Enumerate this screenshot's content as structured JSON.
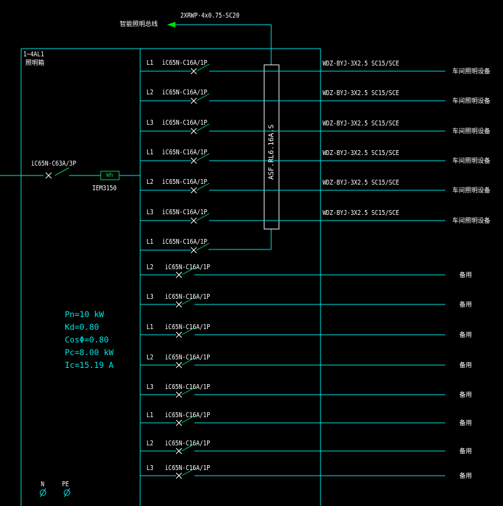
{
  "control_line": {
    "cable": "2XRWP-4x0.75-SC20",
    "label": "智能照明总线"
  },
  "panel": {
    "code": "1~4AL1",
    "name": "照明箱"
  },
  "main_breaker": "iC65N-C63A/3P",
  "meter": {
    "symbol": "Wh",
    "model": "IEM3150"
  },
  "module": "ASF.RL6.16A.S",
  "params": [
    "Pn=10 kW",
    "Kd=0.80",
    "CosΦ=0.80",
    "Pc=8.00 kW",
    "Ic=15.19 A"
  ],
  "terminals": [
    "N",
    "PE"
  ],
  "circuits": [
    {
      "phase": "L1",
      "breaker": "iC65N-C16A/1P",
      "cable": "WDZ-BYJ-3X2.5  SC15/SCE",
      "load": "车间照明设备"
    },
    {
      "phase": "L2",
      "breaker": "iC65N-C16A/1P",
      "cable": "WDZ-BYJ-3X2.5  SC15/SCE",
      "load": "车间照明设备"
    },
    {
      "phase": "L3",
      "breaker": "iC65N-C16A/1P",
      "cable": "WDZ-BYJ-3X2.5  SC15/SCE",
      "load": "车间照明设备"
    },
    {
      "phase": "L1",
      "breaker": "iC65N-C16A/1P",
      "cable": "WDZ-BYJ-3X2.5  SC15/SCE",
      "load": "车间照明设备"
    },
    {
      "phase": "L2",
      "breaker": "iC65N-C16A/1P",
      "cable": "WDZ-BYJ-3X2.5  SC15/SCE",
      "load": "车间照明设备"
    },
    {
      "phase": "L3",
      "breaker": "iC65N-C16A/1P",
      "cable": "WDZ-BYJ-3X2.5  SC15/SCE",
      "load": "车间照明设备"
    },
    {
      "phase": "L1",
      "breaker": "iC65N-C16A/1P",
      "cable": "",
      "load": ""
    },
    {
      "phase": "L2",
      "breaker": "iC65N-C16A/1P",
      "cable": "",
      "load": "备用"
    },
    {
      "phase": "L3",
      "breaker": "iC65N-C16A/1P",
      "cable": "",
      "load": "备用"
    },
    {
      "phase": "L1",
      "breaker": "iC65N-C16A/1P",
      "cable": "",
      "load": "备用"
    },
    {
      "phase": "L2",
      "breaker": "iC65N-C16A/1P",
      "cable": "",
      "load": "备用"
    },
    {
      "phase": "L3",
      "breaker": "iC65N-C16A/1P",
      "cable": "",
      "load": "备用"
    },
    {
      "phase": "L1",
      "breaker": "iC65N-C16A/1P",
      "cable": "",
      "load": "备用"
    },
    {
      "phase": "L2",
      "breaker": "iC65N-C16A/1P",
      "cable": "",
      "load": "备用"
    },
    {
      "phase": "L3",
      "breaker": "iC65N-C16A/1P",
      "cable": "",
      "load": "备用"
    }
  ]
}
